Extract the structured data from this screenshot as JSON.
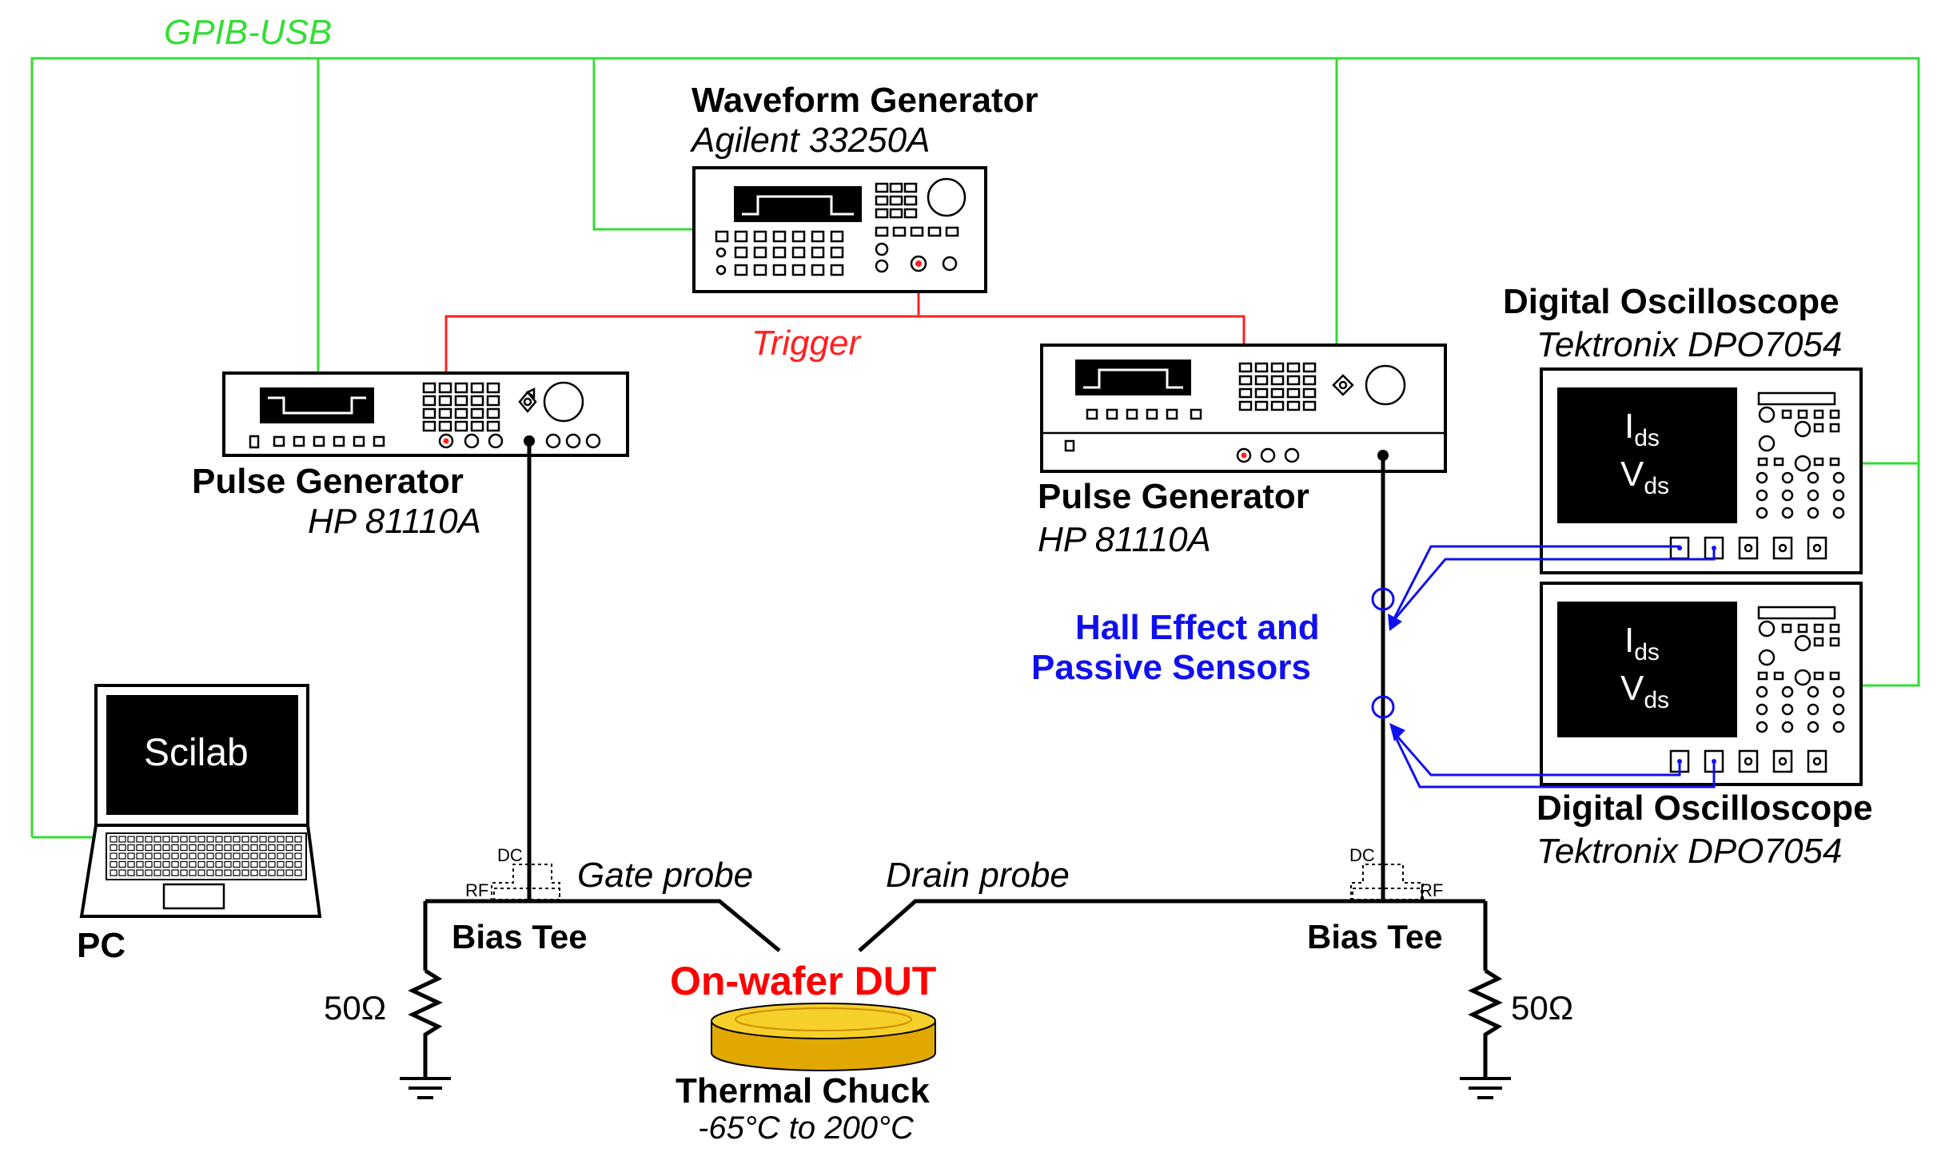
{
  "labels": {
    "bus": "GPIB-USB",
    "waveform_title": "Waveform Generator",
    "waveform_model": "Agilent 33250A",
    "trigger": "Trigger",
    "pulse_left_title": "Pulse Generator",
    "pulse_left_model": "HP 81110A",
    "pulse_right_title": "Pulse Generator",
    "pulse_right_model": "HP 81110A",
    "scope_top_title": "Digital Oscilloscope",
    "scope_top_model": "Tektronix DPO7054",
    "scope_bottom_title": "Digital Oscilloscope",
    "scope_bottom_model": "Tektronix DPO7054",
    "sensors_line1": "Hall Effect and",
    "sensors_line2": "Passive Sensors",
    "laptop_screen": "Scilab",
    "pc": "PC",
    "gate_probe": "Gate probe",
    "drain_probe": "Drain probe",
    "bias_tee_left": "Bias Tee",
    "bias_tee_right": "Bias Tee",
    "dc": "DC",
    "rf": "RF",
    "dut": "On-wafer DUT",
    "chuck_title": "Thermal Chuck",
    "chuck_range": "-65°C to 200°C",
    "res_left": "50Ω",
    "res_right": "50Ω",
    "scope_ids_I": "I",
    "scope_ids_sub": "ds",
    "scope_vds_V": "V",
    "scope_vds_sub": "ds"
  },
  "colors": {
    "gpib": "#33dd33",
    "trigger": "#ff2020",
    "sensors": "#1010ee",
    "dut": "#ff0000",
    "chuck": "#f2c200"
  }
}
